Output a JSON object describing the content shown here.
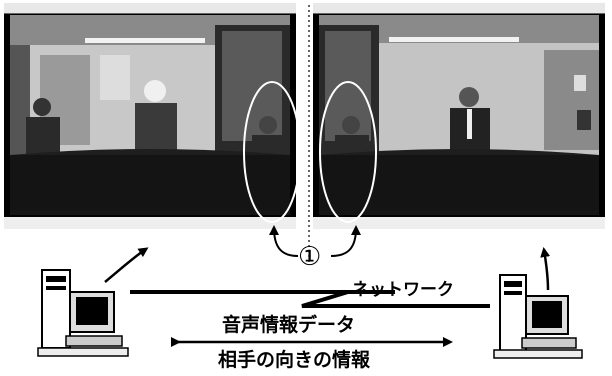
{
  "circle_number": "①",
  "network_label": "ネットワーク",
  "audio_label": "音声情報データ",
  "direction_label": "相手の向きの情報",
  "left_window": {
    "title": "",
    "status_items": [
      "",
      "",
      "",
      "",
      ""
    ]
  },
  "right_window": {
    "title": "",
    "status_items": [
      "",
      "",
      "",
      ""
    ]
  }
}
